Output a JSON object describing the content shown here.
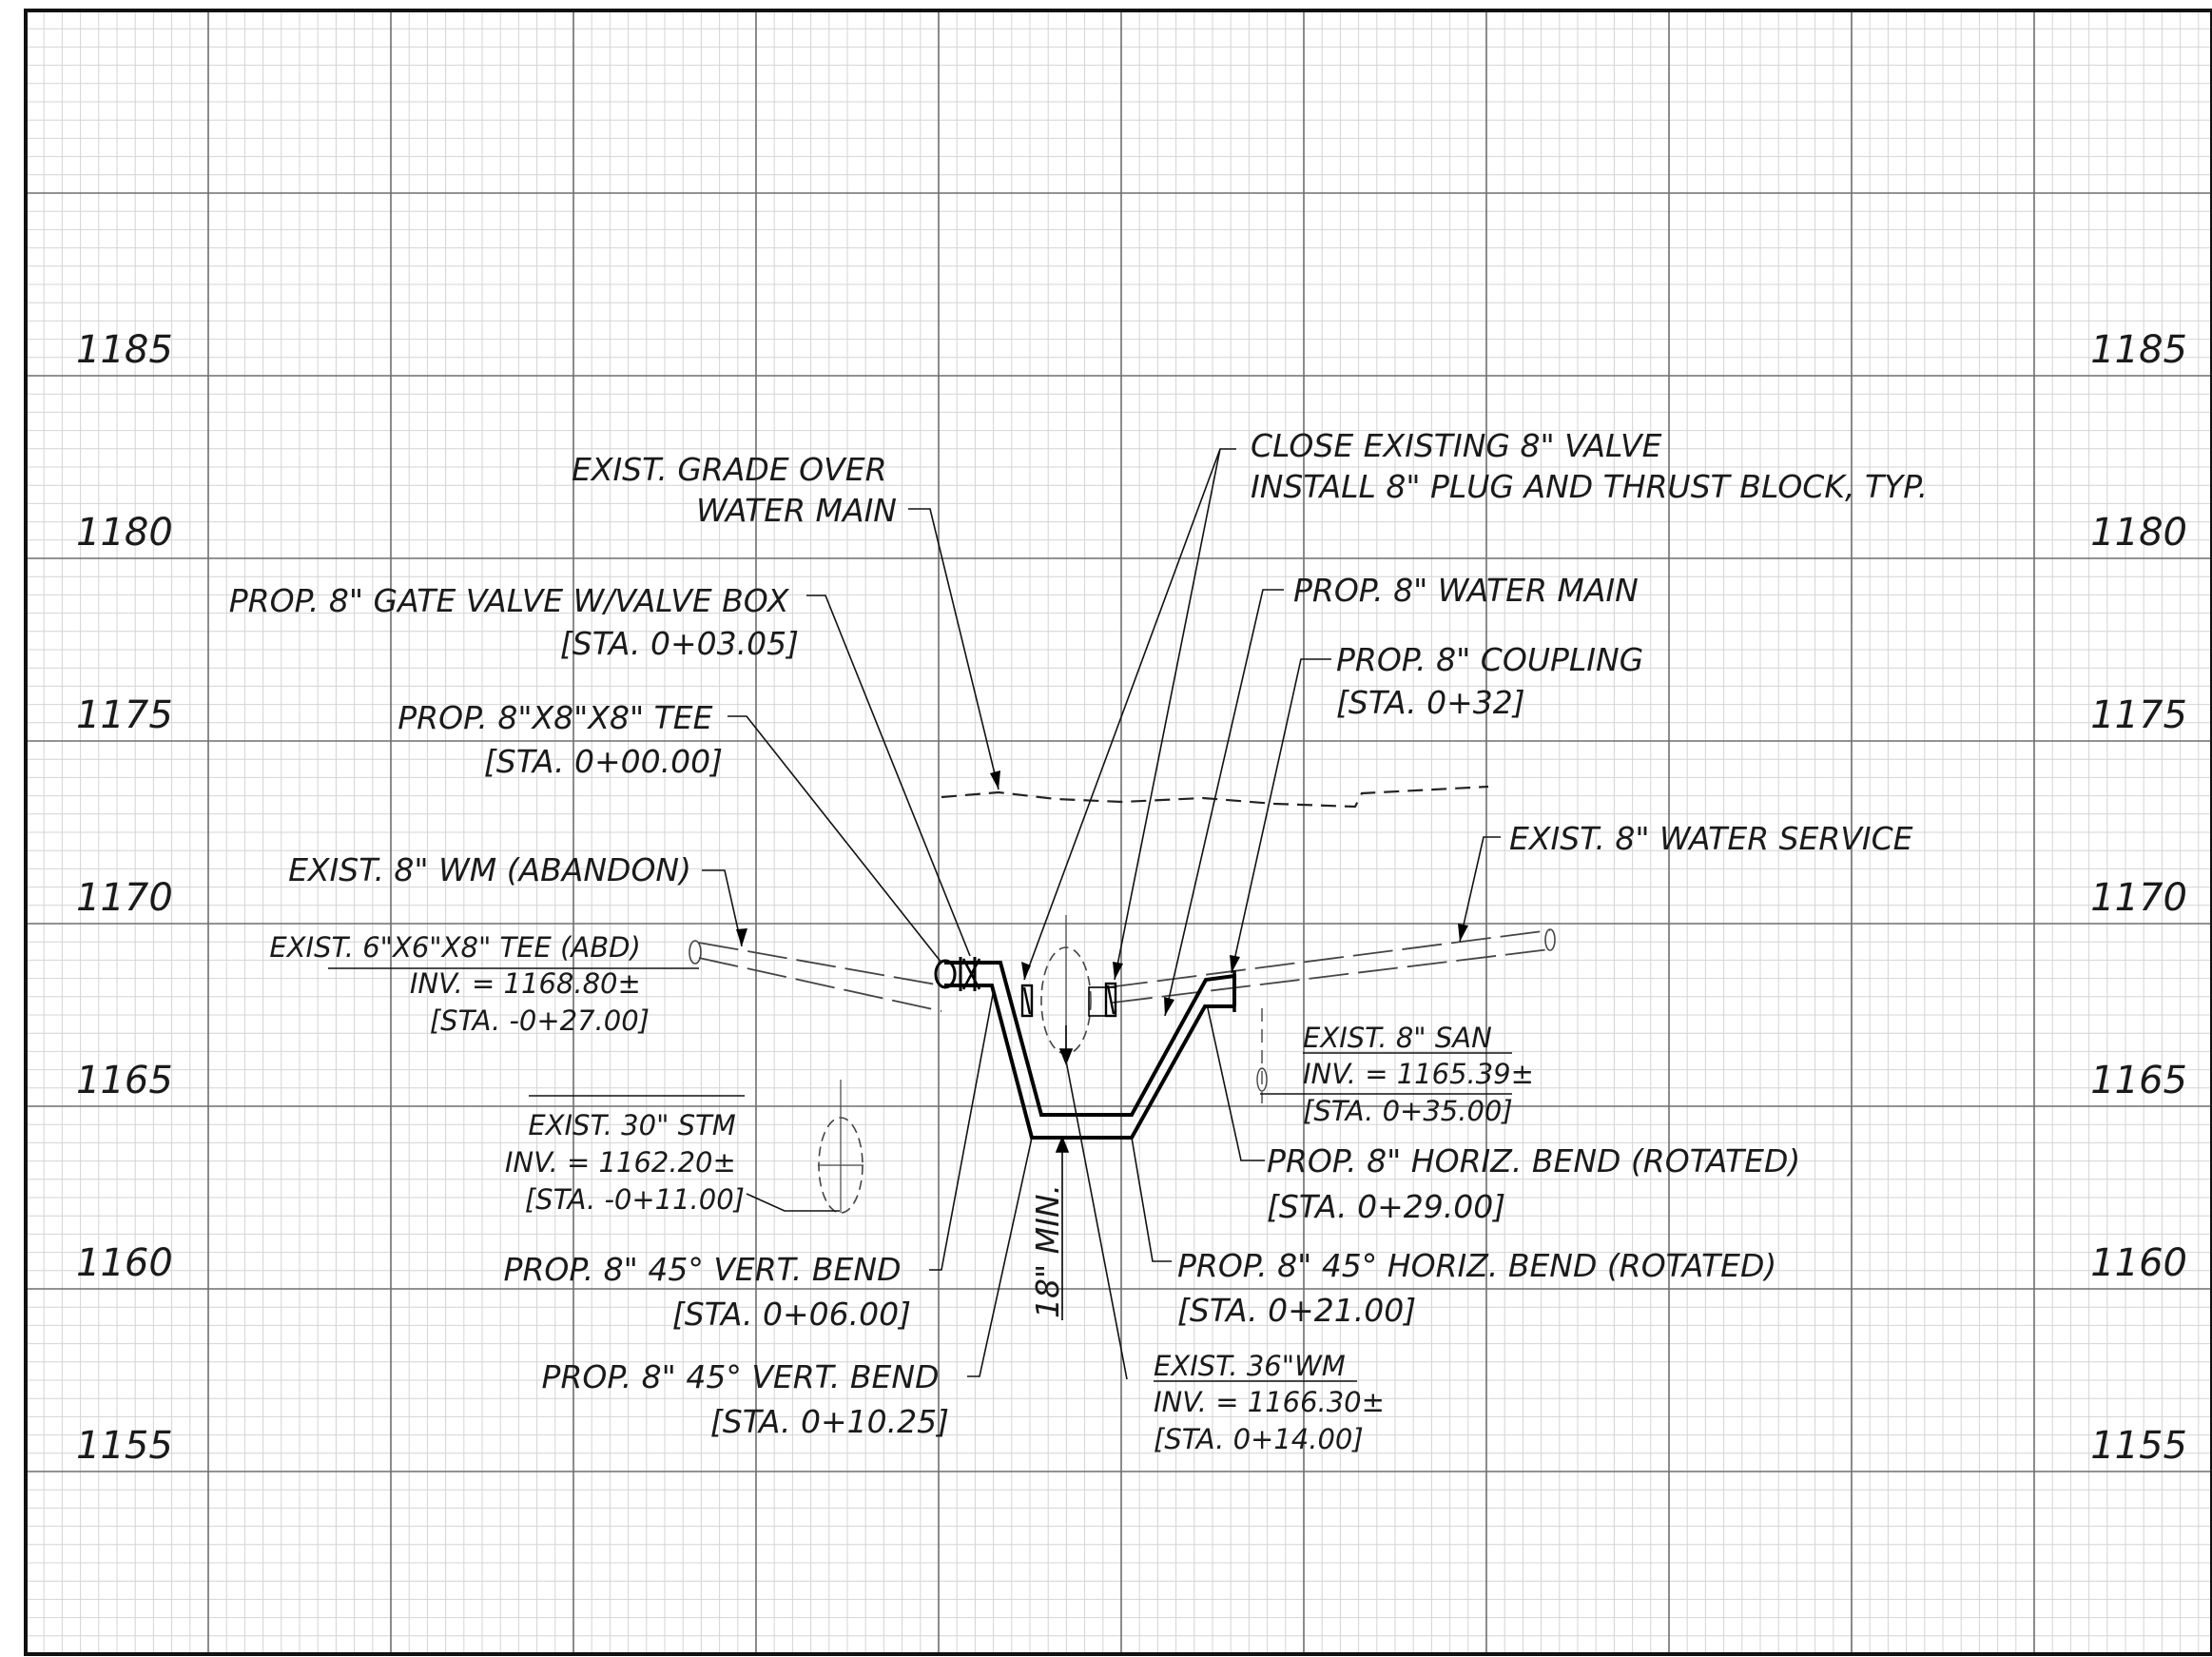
{
  "profile": {
    "elevations_left": [
      "1185",
      "1180",
      "1175",
      "1170",
      "1165",
      "1160",
      "1155"
    ],
    "elevations_right": [
      "1185",
      "1180",
      "1175",
      "1170",
      "1165",
      "1160",
      "1155"
    ]
  },
  "labels": {
    "exist_grade": [
      "EXIST. GRADE OVER",
      "WATER MAIN"
    ],
    "close_valve": [
      "CLOSE EXISTING 8\" VALVE",
      "INSTALL 8\" PLUG AND THRUST BLOCK, TYP."
    ],
    "gate_valve": [
      "PROP. 8\" GATE VALVE W/VALVE BOX",
      "[STA. 0+03.05]"
    ],
    "water_main": [
      "PROP. 8\" WATER MAIN"
    ],
    "coupling": [
      "PROP. 8\" COUPLING",
      "[STA. 0+32]"
    ],
    "tee": [
      "PROP. 8\"X8\"X8\" TEE",
      "[STA. 0+00.00]"
    ],
    "exist_wm": [
      "EXIST. 8\" WM (ABANDON)"
    ],
    "water_service": [
      "EXIST. 8\" WATER SERVICE"
    ],
    "exist_tee": [
      "EXIST. 6\"X6\"X8\" TEE (ABD)",
      "INV. = 1168.80±",
      "[STA. -0+27.00]"
    ],
    "exist_san": [
      "EXIST. 8\" SAN",
      "INV. = 1165.39±",
      "[STA. 0+35.00]"
    ],
    "exist_stm": [
      "EXIST. 30\" STM",
      "INV. = 1162.20±",
      "[STA. -0+11.00]"
    ],
    "horiz_bend_29": [
      "PROP. 8\" HORIZ. BEND (ROTATED)",
      "[STA. 0+29.00]"
    ],
    "vert_bend_06": [
      "PROP. 8\" 45° VERT. BEND",
      "[STA. 0+06.00]"
    ],
    "horiz_bend_21": [
      "PROP. 8\" 45° HORIZ. BEND (ROTATED)",
      "[STA. 0+21.00]"
    ],
    "vert_bend_10": [
      "PROP. 8\" 45° VERT. BEND",
      "[STA. 0+10.25]"
    ],
    "exist_36wm": [
      "EXIST. 36\"WM",
      "INV. = 1166.30±",
      "[STA. 0+14.00]"
    ],
    "min_cover": "18\" MIN."
  }
}
